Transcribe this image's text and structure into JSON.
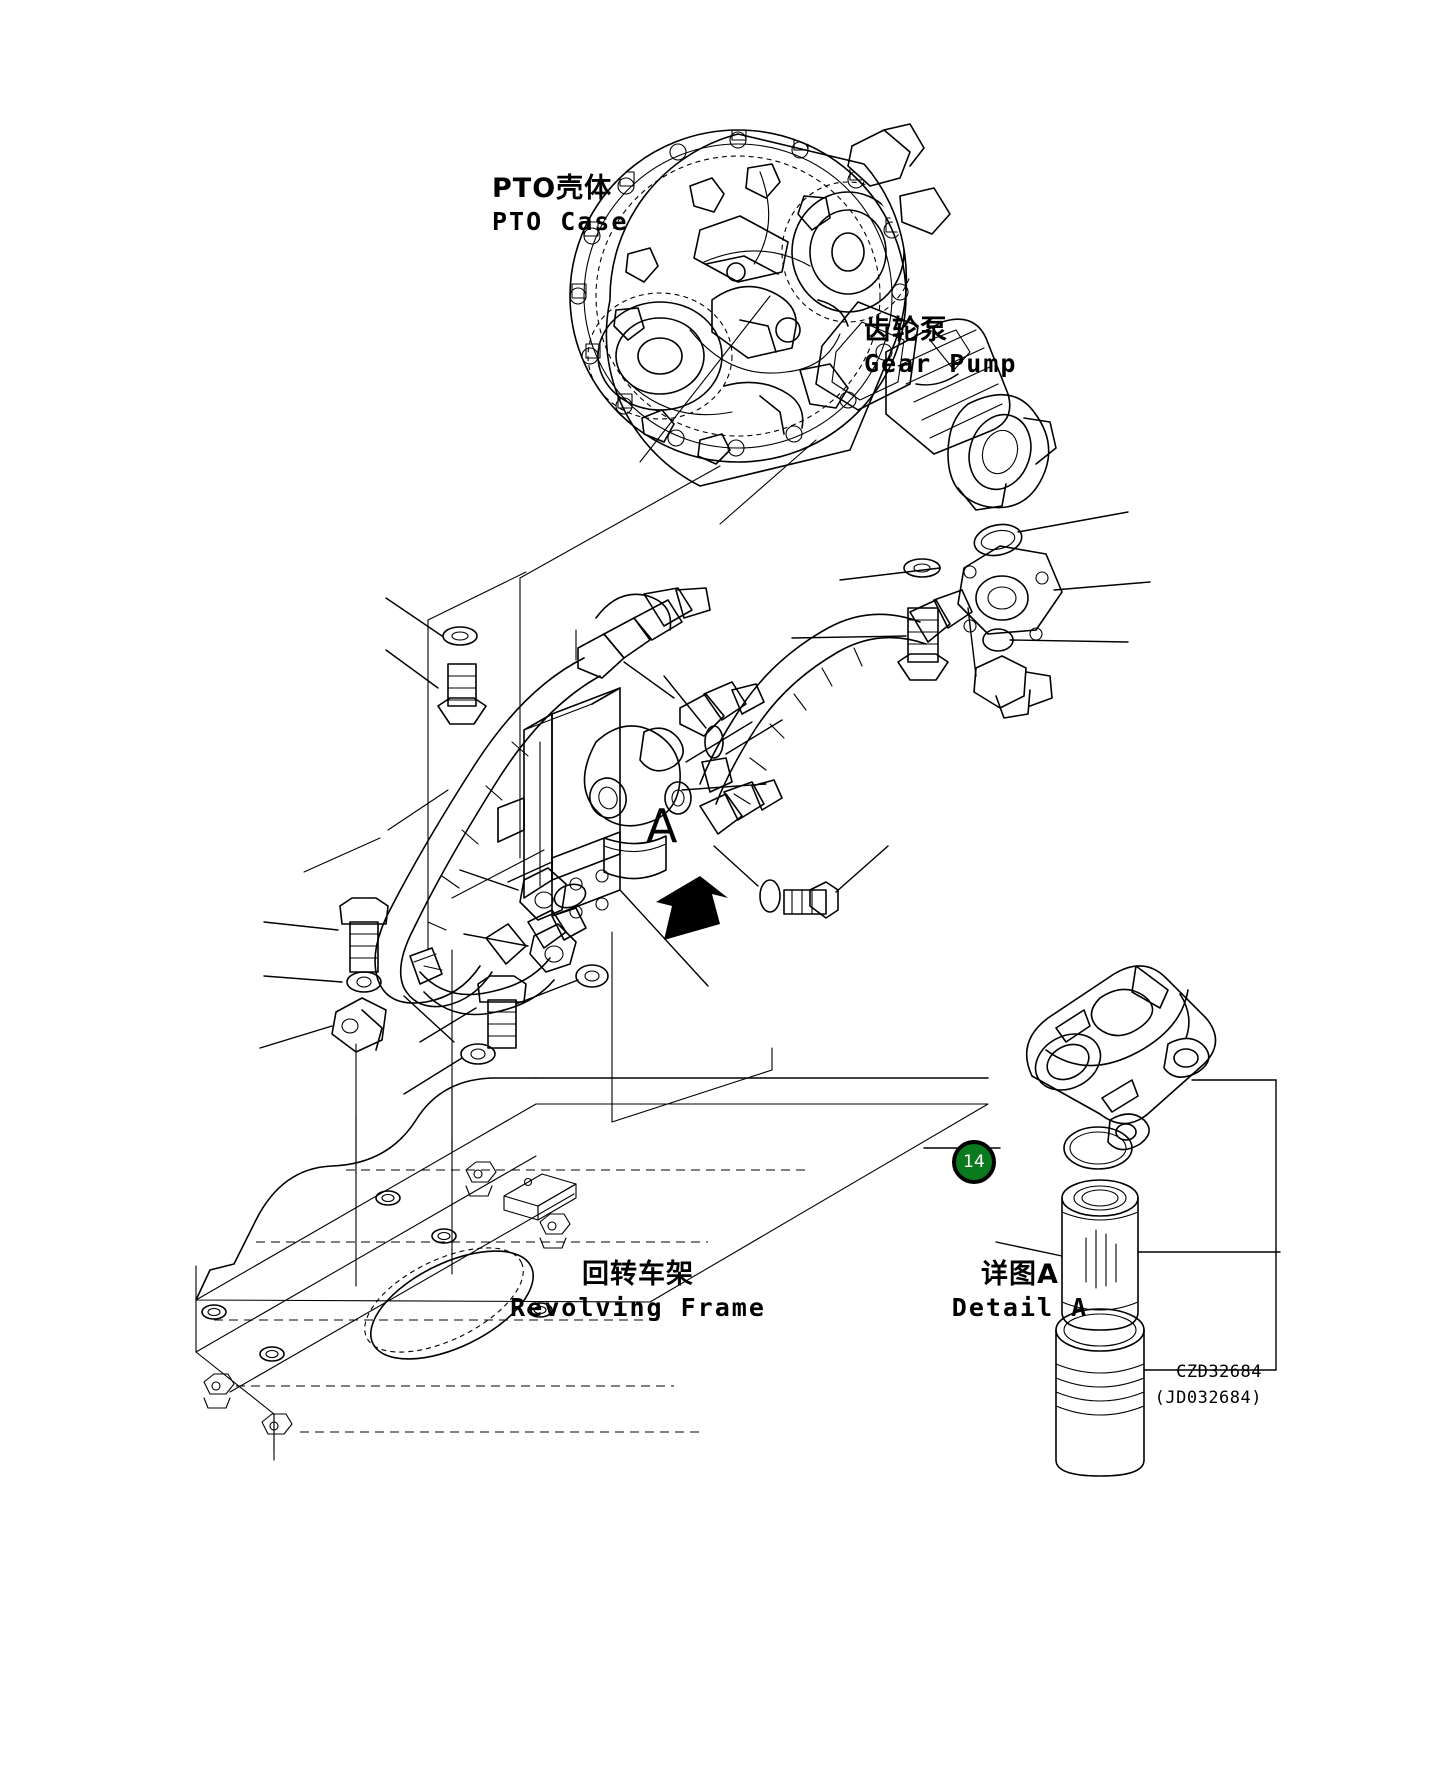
{
  "page": {
    "background": "#ffffff",
    "line_color": "#000000",
    "accent_color": "#0a7a1e"
  },
  "labels": {
    "pto_case": {
      "cn": "PTO壳体",
      "en": "PTO Case"
    },
    "gear_pump": {
      "cn": "齿轮泵",
      "en": "Gear Pump"
    },
    "revolving_frame": {
      "cn": "回转车架",
      "en": "Revolving Frame"
    },
    "detail_a": {
      "cn": "详图A",
      "en": "Detail A"
    },
    "section_arrow": "A"
  },
  "drawing": {
    "number": "CZD32684",
    "alt_number": "(JD032684)"
  },
  "callouts": [
    {
      "id": "14",
      "label": "14",
      "color": "#0a7a1e",
      "text_color": "#ffffff"
    }
  ]
}
